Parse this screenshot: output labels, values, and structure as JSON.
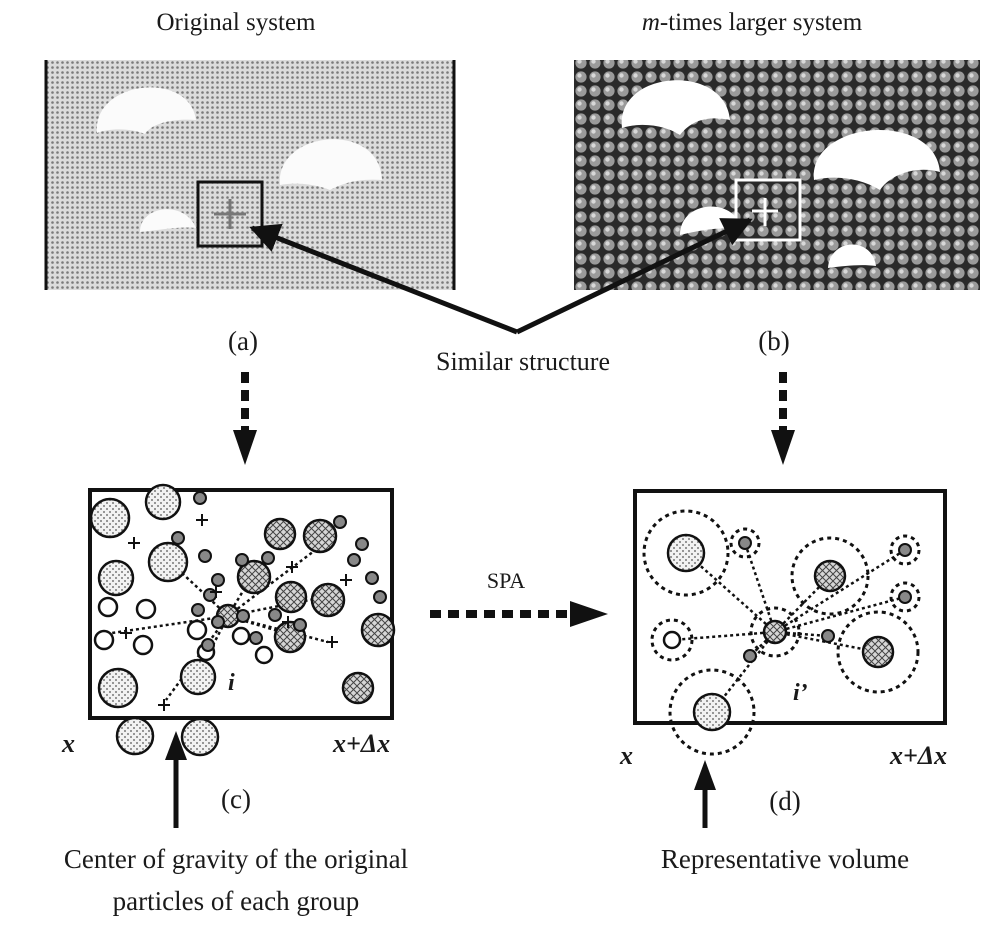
{
  "panels": {
    "a": {
      "title": "Original system",
      "label": "(a)"
    },
    "b": {
      "title_emph": "m",
      "title_rest": "-times larger system",
      "label": "(b)"
    },
    "c": {
      "label": "(c)",
      "x_left": "x",
      "x_right": "x+Δx",
      "particle_label": "i"
    },
    "d": {
      "label": "(d)",
      "x_left": "x",
      "x_right": "x+Δx",
      "particle_label": "i’"
    }
  },
  "annotations": {
    "similar_structure": "Similar structure",
    "spa": "SPA",
    "center_of_gravity_line1": "Center of gravity of the original",
    "center_of_gravity_line2": "particles of each group",
    "representative_volume": "Representative volume"
  }
}
